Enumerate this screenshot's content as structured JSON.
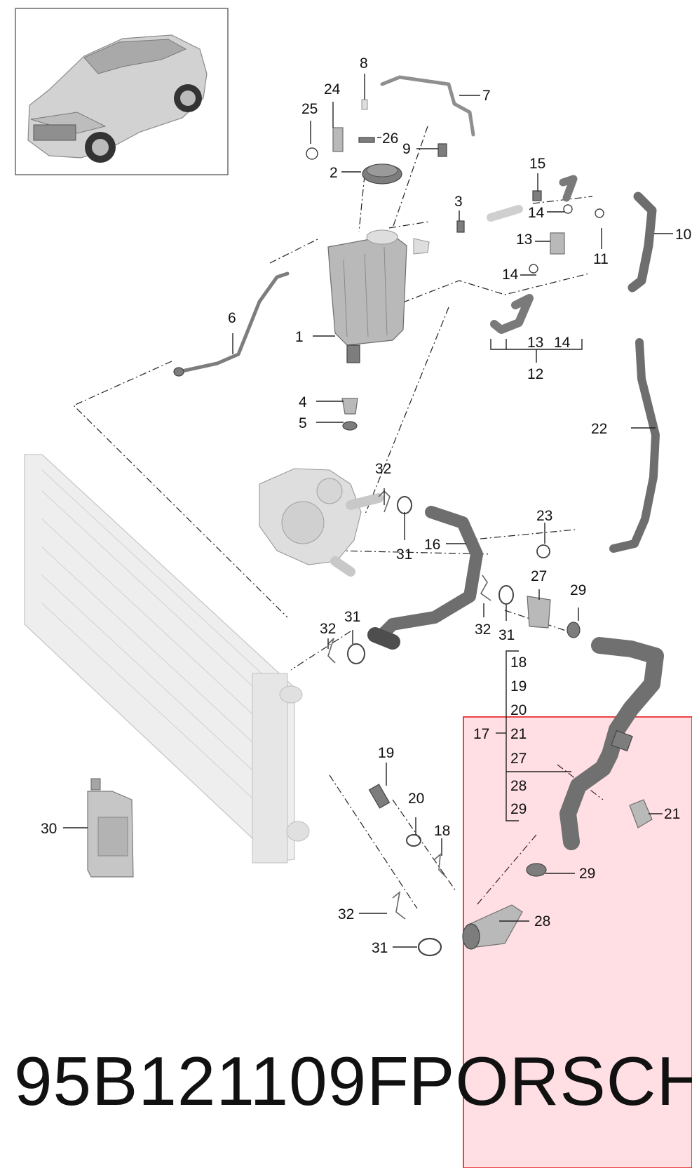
{
  "part_number": "95B121109F",
  "brand": "PORSCHE",
  "callouts": {
    "c1": "1",
    "c2": "2",
    "c3": "3",
    "c4": "4",
    "c5": "5",
    "c6": "6",
    "c7": "7",
    "c8": "8",
    "c9": "9",
    "c10": "10",
    "c11": "11",
    "c12": "12",
    "c13a": "13",
    "c13b": "13",
    "c14a": "14",
    "c14b": "14",
    "c14c": "14",
    "c15": "15",
    "c16": "16",
    "c17": "17",
    "c18": "18",
    "c18b": "18",
    "c19": "19",
    "c19b": "19",
    "c20": "20",
    "c20b": "20",
    "c21": "21",
    "c21b": "21",
    "c22": "22",
    "c23": "23",
    "c24": "24",
    "c25": "25",
    "c26": "26",
    "c27": "27",
    "c27b": "27",
    "c28": "28",
    "c28b": "28",
    "c29": "29",
    "c29b": "29",
    "c29c": "29",
    "c30": "30",
    "c31a": "31",
    "c31b": "31",
    "c31c": "31",
    "c31d": "31",
    "c32a": "32",
    "c32b": "32",
    "c32c": "32",
    "c32d": "32"
  },
  "colors": {
    "highlight_fill": "#ffe3e8",
    "highlight_border": "#e51a1a",
    "part_gray": "#b9b9b9",
    "hose_dark": "#6e6e6e"
  }
}
